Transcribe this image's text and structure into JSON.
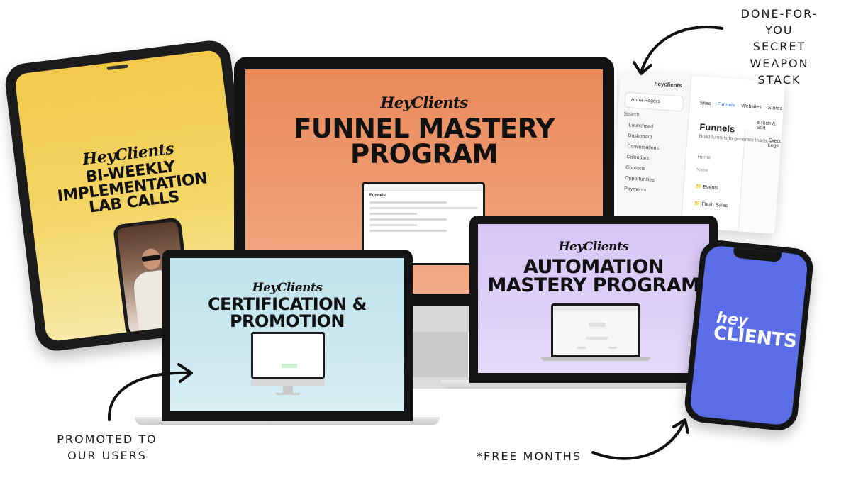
{
  "brand": "HeyClients",
  "tablet": {
    "headline": [
      "BI-WEEKLY",
      "IMPLEMENTATION",
      "LAB CALLS"
    ]
  },
  "monitor": {
    "headline": [
      "FUNNEL MASTERY",
      "PROGRAM"
    ],
    "mini_app_title": "Funnels"
  },
  "funnel_screenshot": {
    "logo": "heyclients",
    "user": "Anna Rogers",
    "search": "Search",
    "menu": [
      "Launchpad",
      "Dashboard",
      "Conversations",
      "Calendars",
      "Contacts",
      "Opportunities",
      "Payments"
    ],
    "tabs": [
      "Sites",
      "Funnels",
      "Websites",
      "Stores"
    ],
    "title": "Funnels",
    "subtitle": "Build funnels to generate leads, a",
    "breadcrumb": "Home",
    "column": "Name",
    "rows": [
      "Events",
      "Flash Sales"
    ],
    "back_text_1": "e Rich & Sort",
    "back_text_2": "Execution Logs"
  },
  "laptop_certification": {
    "headline": [
      "CERTIFICATION &",
      "PROMOTION"
    ]
  },
  "laptop_automation": {
    "headline": [
      "AUTOMATION",
      "MASTERY PROGRAM"
    ]
  },
  "phone": {
    "logo_line1": "hey",
    "logo_line2": "CLIENTS"
  },
  "notes": {
    "stack": [
      "DONE-FOR-",
      "YOU",
      "SECRET",
      "WEAPON",
      "STACK"
    ],
    "promoted": [
      "PROMOTED TO",
      "OUR USERS"
    ],
    "free_months": "*FREE MONTHS"
  },
  "colors": {
    "tablet_screen": "#f2c94c",
    "monitor_screen": "#e9895a",
    "laptop_certification_screen": "#bfe3eb",
    "laptop_automation_screen": "#d6c6f5",
    "phone_screen": "#5b6de6"
  }
}
